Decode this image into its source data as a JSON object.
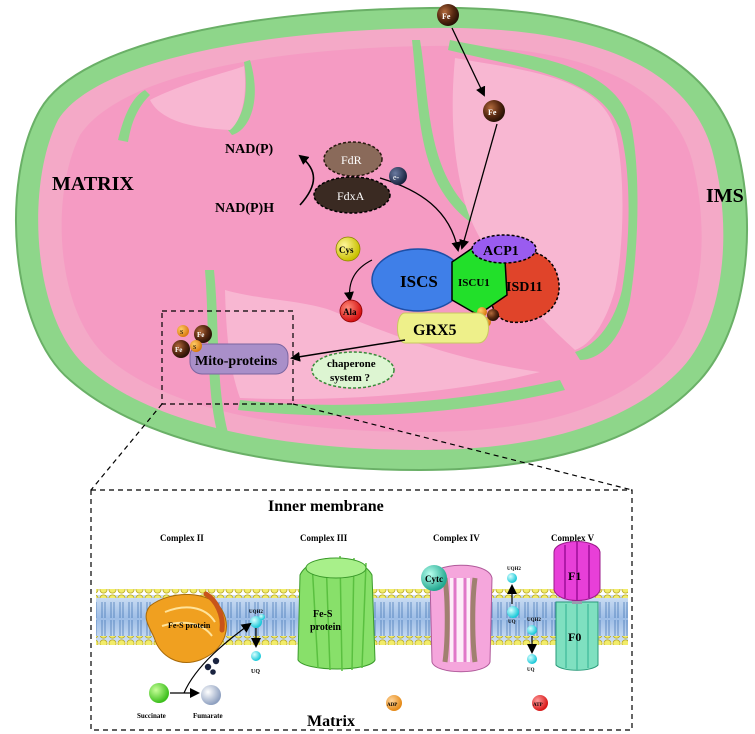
{
  "labels": {
    "matrix": "MATRIX",
    "ims": "IMS",
    "nadp": "NAD(P)",
    "nadph": "NAD(P)H",
    "fdr": "FdR",
    "fdxa": "FdxA",
    "electron": "e-",
    "fe_top": "Fe",
    "fe_mid": "Fe",
    "cys": "Cys",
    "ala": "Ala",
    "iscs": "ISCS",
    "iscu1": "ISCU1",
    "isd11": "ISD11",
    "acp1": "ACP1",
    "grx5": "GRX5",
    "chaperone_line1": "chaperone",
    "chaperone_line2": "system ?",
    "mito_proteins": "Mito-proteins",
    "cluster_fe_a": "Fe",
    "cluster_fe_b": "Fe",
    "cluster_s_a": "S",
    "cluster_s_b": "S"
  },
  "inset": {
    "title": "Inner membrane",
    "bottom_label": "Matrix",
    "complex_ii": "Complex II",
    "complex_iii": "Complex III",
    "complex_iv": "Complex IV",
    "complex_v": "Complex V",
    "fes_protein_ii": "Fe-S protein",
    "fes_protein_iii_line1": "Fe-S",
    "fes_protein_iii_line2": "protein",
    "cytc": "Cytc",
    "f1": "F1",
    "f0": "F0",
    "uqh2_a": "UQH2",
    "uq_a": "UQ",
    "uqh2_b": "UQH2",
    "uq_b": "UQ",
    "uqh2_c": "UQH2",
    "uq_c": "UQ",
    "succinate": "Succinate",
    "fumarate": "Fumarate",
    "adp": "ADP",
    "atp": "ATP"
  },
  "colors": {
    "outer_membrane": "#8ed68a",
    "ims_space": "#f4a9c7",
    "matrix": "#f59bc3",
    "matrix_light": "#f8b7d2",
    "iscs": "#3f7fe8",
    "iscu1": "#22e02a",
    "isd11": "#e0442a",
    "acp1": "#9a5cf0",
    "grx5": "#eef08a",
    "mito_proteins": "#a98fc9",
    "fe_brown": "#5a2a12"
  }
}
